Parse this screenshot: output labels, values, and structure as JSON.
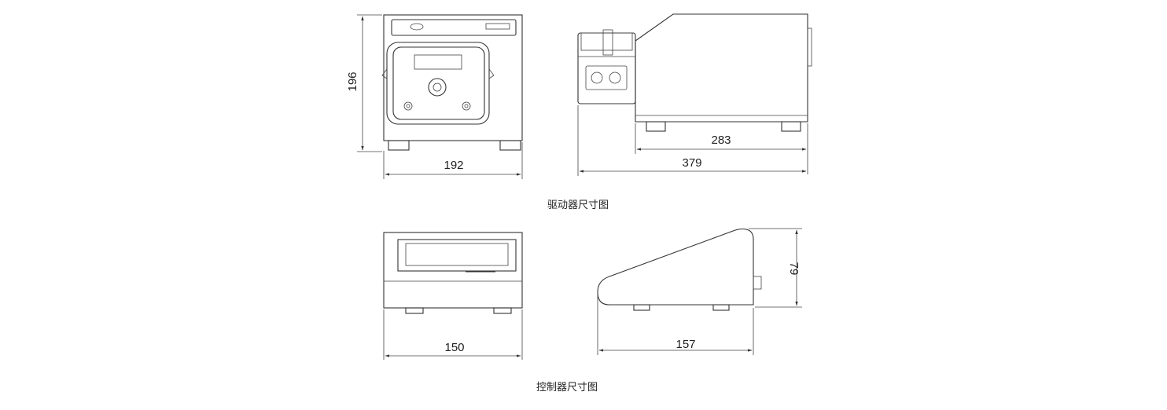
{
  "drive": {
    "height_label": "196",
    "front_width_label": "192",
    "body_depth_label": "283",
    "total_depth_label": "379",
    "caption": "驱动器尺寸图"
  },
  "controller": {
    "front_width_label": "150",
    "depth_label": "157",
    "height_label": "79",
    "caption": "控制器尺寸图"
  }
}
